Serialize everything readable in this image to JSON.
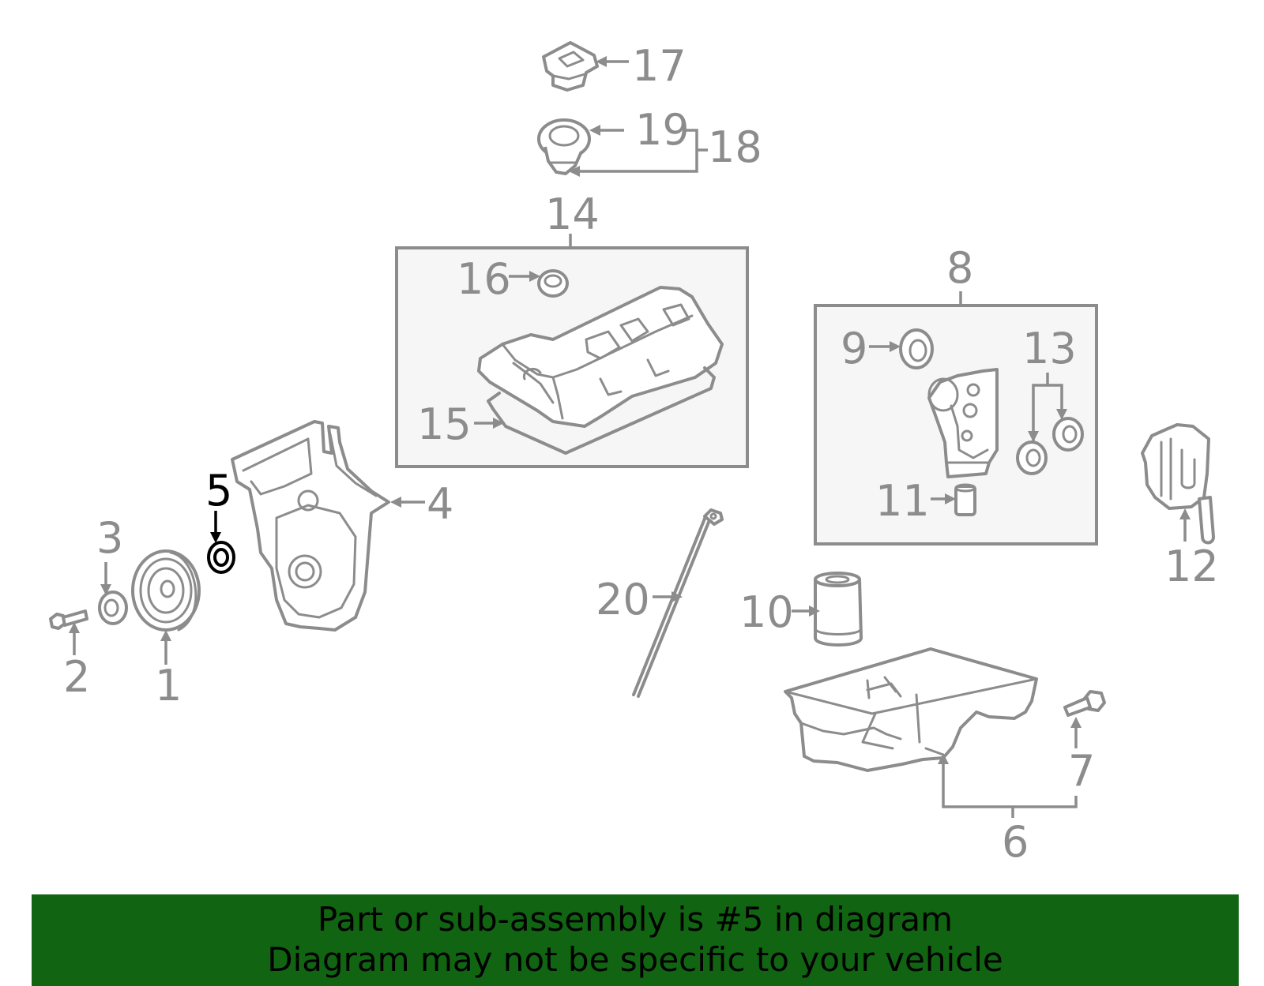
{
  "callouts": {
    "c1": "1",
    "c2": "2",
    "c3": "3",
    "c4": "4",
    "c5": "5",
    "c6": "6",
    "c7": "7",
    "c8": "8",
    "c9": "9",
    "c10": "10",
    "c11": "11",
    "c12": "12",
    "c13": "13",
    "c14": "14",
    "c15": "15",
    "c16": "16",
    "c17": "17",
    "c18": "18",
    "c19": "19",
    "c20": "20"
  },
  "highlighted_part": "5",
  "colors": {
    "banner": "#116411",
    "highlight": "#000000",
    "part_lines": "#8c8c8c"
  },
  "banner": {
    "line1": "Part or sub-assembly is #5 in diagram",
    "line2": "Diagram may not be specific to your vehicle"
  }
}
